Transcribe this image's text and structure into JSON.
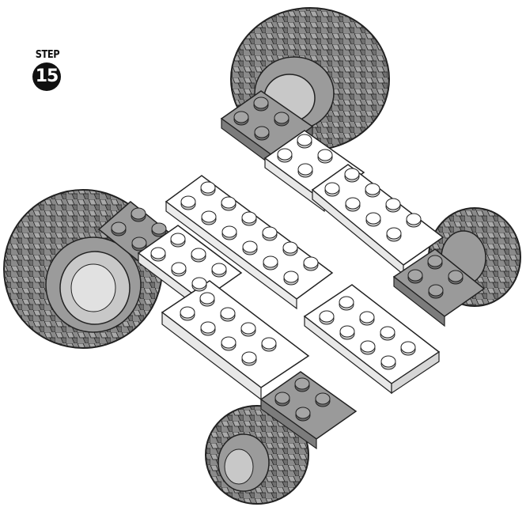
{
  "step": {
    "label": "STEP",
    "number": "15"
  },
  "colors": {
    "background": "#ffffff",
    "ink": "#111111",
    "brick_white": "#ffffff",
    "brick_gray": "#9a9a9a",
    "tire_gray": "#8a8a8a",
    "hub_gray": "#c8c8c8",
    "outline": "#222222"
  },
  "illustration": {
    "parts": [
      "wheel-top-back",
      "wheel-left",
      "wheel-right",
      "wheel-bottom-front",
      "gray-plate-top",
      "gray-plate-left",
      "gray-plate-right",
      "gray-plate-bottom",
      "white-plate-left",
      "white-plate-center",
      "white-plate-right",
      "white-plate-front-left",
      "white-plate-front-right",
      "white-plate-top-right"
    ]
  }
}
